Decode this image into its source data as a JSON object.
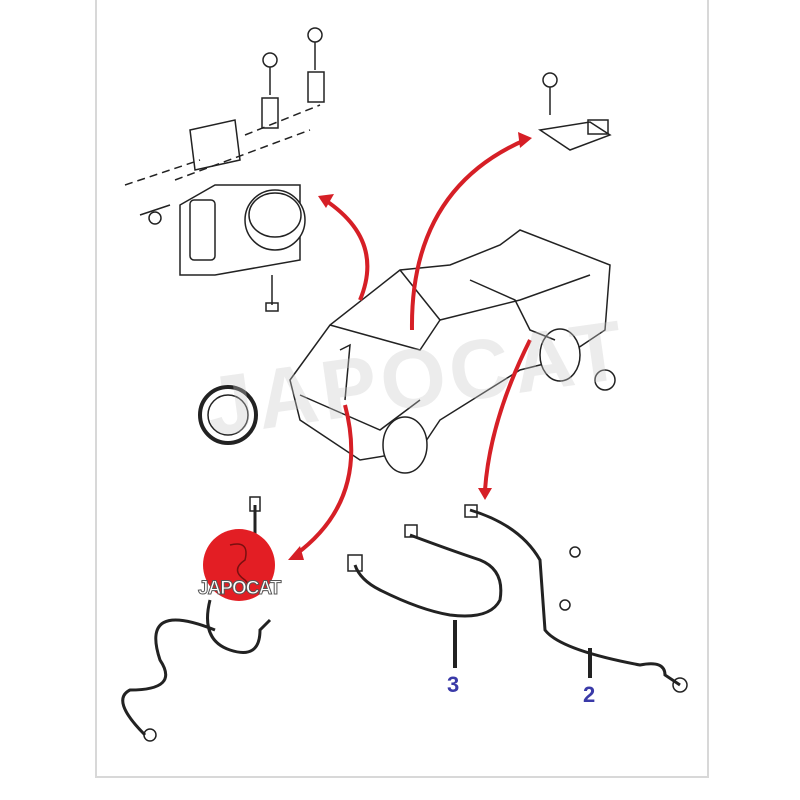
{
  "watermark": "JAPOCAT",
  "logo": {
    "text": "JAPOCAT",
    "color": "#e31e24"
  },
  "callouts": [
    {
      "label": "3"
    },
    {
      "label": "2"
    }
  ],
  "colors": {
    "arrow": "#d61f26",
    "label": "#3a3aa8",
    "line": "#222222"
  }
}
